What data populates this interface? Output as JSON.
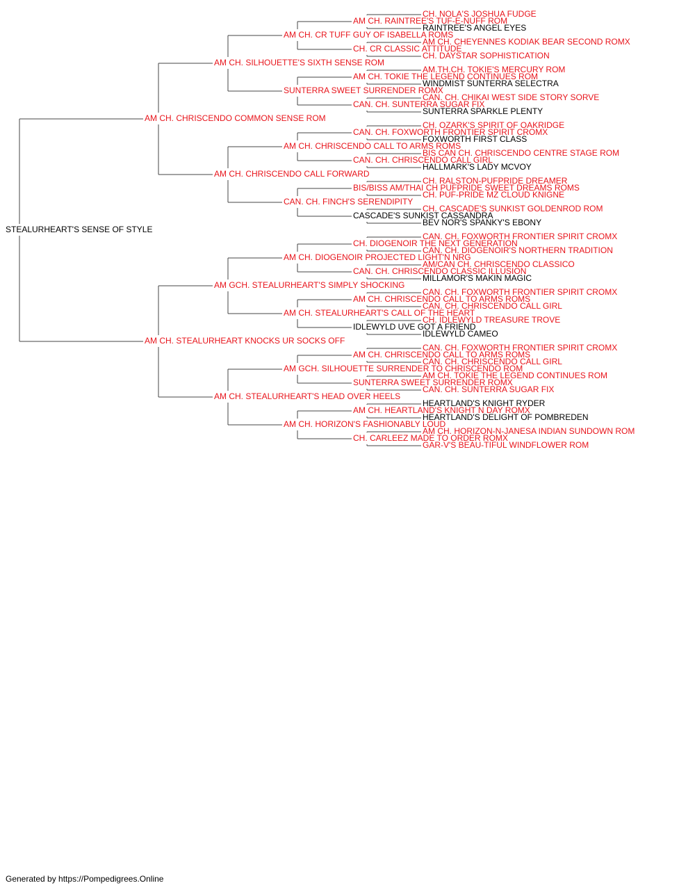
{
  "colors": {
    "champion": "#e8141b",
    "plain": "#000000",
    "line": "#444444"
  },
  "pedigree": {
    "name": "STEALURHEART'S SENSE OF STYLE",
    "champion": false,
    "sire": {
      "name": "AM CH. CHRISCENDO COMMON SENSE ROM",
      "champion": true,
      "sire": {
        "name": "AM CH. SILHOUETTE'S SIXTH SENSE ROM",
        "champion": true,
        "sire": {
          "name": "AM CH. CR TUFF GUY OF ISABELLA ROMS",
          "champion": true,
          "sire": {
            "name": "AM CH. RAINTREE'S TUF-E-NUFF ROM",
            "champion": true,
            "sire": {
              "name": "CH. NOLA'S JOSHUA FUDGE",
              "champion": true
            },
            "dam": {
              "name": "RAINTREE'S ANGEL EYES",
              "champion": false
            }
          },
          "dam": {
            "name": "CH. CR CLASSIC ATTITUDE",
            "champion": true,
            "sire": {
              "name": "AM CH. CHEYENNES KODIAK BEAR SECOND ROMX",
              "champion": true
            },
            "dam": {
              "name": "CH. DAYSTAR SOPHISTICATION",
              "champion": true
            }
          }
        },
        "dam": {
          "name": "SUNTERRA SWEET SURRENDER ROMX",
          "champion": true,
          "sire": {
            "name": "AM CH. TOKIE THE LEGEND CONTINUES ROM",
            "champion": true,
            "sire": {
              "name": "AM.TH.CH. TOKIE'S MERCURY ROM",
              "champion": true
            },
            "dam": {
              "name": "WINDMIST SUNTERRA SELECTRA",
              "champion": false
            }
          },
          "dam": {
            "name": "CAN. CH. SUNTERRA SUGAR FIX",
            "champion": true,
            "sire": {
              "name": "CAN. CH. CHIKAI WEST SIDE STORY SORVE",
              "champion": true
            },
            "dam": {
              "name": "SUNTERRA SPARKLE PLENTY",
              "champion": false
            }
          }
        }
      },
      "dam": {
        "name": "AM CH. CHRISCENDO CALL FORWARD",
        "champion": true,
        "sire": {
          "name": "AM CH. CHRISCENDO CALL TO ARMS ROMS",
          "champion": true,
          "sire": {
            "name": "CAN. CH. FOXWORTH FRONTIER SPIRIT CROMX",
            "champion": true,
            "sire": {
              "name": "CH. OZARK'S SPIRIT OF OAKRIDGE",
              "champion": true
            },
            "dam": {
              "name": "FOXWORTH FIRST CLASS",
              "champion": false
            }
          },
          "dam": {
            "name": "CAN. CH. CHRISCENDO CALL GIRL",
            "champion": true,
            "sire": {
              "name": "BIS CAN CH. CHRISCENDO CENTRE STAGE ROM",
              "champion": true
            },
            "dam": {
              "name": "HALLMARK'S LADY MCVOY",
              "champion": false
            }
          }
        },
        "dam": {
          "name": "CAN. CH. FINCH'S SERENDIPITY",
          "champion": true,
          "sire": {
            "name": "BIS/BISS AM/THAI CH PUFPRIDE SWEET DREAMS ROMS",
            "champion": true,
            "sire": {
              "name": "CH. RALSTON-PUFPRIDE DREAMER",
              "champion": true
            },
            "dam": {
              "name": "CH. PUF-PRIDE MZ CLOUD KNIGNE",
              "champion": true
            }
          },
          "dam": {
            "name": "CASCADE'S SUNKIST CASSANDRA",
            "champion": false,
            "sire": {
              "name": "CH. CASCADE'S SUNKIST GOLDENROD ROM",
              "champion": true
            },
            "dam": {
              "name": "BEV NOR'S SPANKY'S EBONY",
              "champion": false
            }
          }
        }
      }
    },
    "dam": {
      "name": "AM CH. STEALURHEART KNOCKS UR SOCKS OFF",
      "champion": true,
      "sire": {
        "name": "AM GCH. STEALURHEART'S SIMPLY SHOCKING",
        "champion": true,
        "sire": {
          "name": "AM CH. DIOGENOIR PROJECTED LIGHT'N NRG",
          "champion": true,
          "sire": {
            "name": "CH. DIOGENOIR THE NEXT GENERATION",
            "champion": true,
            "sire": {
              "name": "CAN. CH. FOXWORTH FRONTIER SPIRIT CROMX",
              "champion": true
            },
            "dam": {
              "name": "CAN. CH. DIOGENOIR'S NORTHERN TRADITION",
              "champion": true
            }
          },
          "dam": {
            "name": "CAN. CH. CHRISCENDO CLASSIC ILLUSION",
            "champion": true,
            "sire": {
              "name": "AM/CAN CH. CHRISCENDO CLASSICO",
              "champion": true
            },
            "dam": {
              "name": "MILLAMOR'S MAKIN MAGIC",
              "champion": false
            }
          }
        },
        "dam": {
          "name": "AM CH. STEALURHEART'S CALL OF THE HEART",
          "champion": true,
          "sire": {
            "name": "AM CH. CHRISCENDO CALL TO ARMS ROMS",
            "champion": true,
            "sire": {
              "name": "CAN. CH. FOXWORTH FRONTIER SPIRIT CROMX",
              "champion": true
            },
            "dam": {
              "name": "CAN. CH. CHRISCENDO CALL GIRL",
              "champion": true
            }
          },
          "dam": {
            "name": "IDLEWYLD UVE GOT A FRIEND",
            "champion": false,
            "sire": {
              "name": "CH. IDLEWYLD TREASURE TROVE",
              "champion": true
            },
            "dam": {
              "name": "IDLEWYLD CAMEO",
              "champion": false
            }
          }
        }
      },
      "dam": {
        "name": "AM CH. STEALURHEART'S HEAD OVER HEELS",
        "champion": true,
        "sire": {
          "name": "AM GCH. SILHOUETTE SURRENDER TO CHRISCENDO ROM",
          "champion": true,
          "sire": {
            "name": "AM CH. CHRISCENDO CALL TO ARMS ROMS",
            "champion": true,
            "sire": {
              "name": "CAN. CH. FOXWORTH FRONTIER SPIRIT CROMX",
              "champion": true
            },
            "dam": {
              "name": "CAN. CH. CHRISCENDO CALL GIRL",
              "champion": true
            }
          },
          "dam": {
            "name": "SUNTERRA SWEET SURRENDER ROMX",
            "champion": true,
            "sire": {
              "name": "AM CH. TOKIE THE LEGEND CONTINUES ROM",
              "champion": true
            },
            "dam": {
              "name": "CAN. CH. SUNTERRA SUGAR FIX",
              "champion": true
            }
          }
        },
        "dam": {
          "name": "AM CH. HORIZON'S FASHIONABLY LOUD",
          "champion": true,
          "sire": {
            "name": "AM CH. HEARTLAND'S KNIGHT N DAY ROMX",
            "champion": true,
            "sire": {
              "name": "HEARTLAND'S KNIGHT RYDER",
              "champion": false
            },
            "dam": {
              "name": "HEARTLAND'S DELIGHT OF POMBREDEN",
              "champion": false
            }
          },
          "dam": {
            "name": "CH. CARLEEZ MADE TO ORDER ROMX",
            "champion": true,
            "sire": {
              "name": "AM CH. HORIZON-N-JANESA INDIAN SUNDOWN ROM",
              "champion": true
            },
            "dam": {
              "name": "GAR-V'S BEAU-TIFUL WINDFLOWER ROM",
              "champion": true
            }
          }
        }
      }
    }
  },
  "footer": "Generated by https://Pompedigrees.Online"
}
